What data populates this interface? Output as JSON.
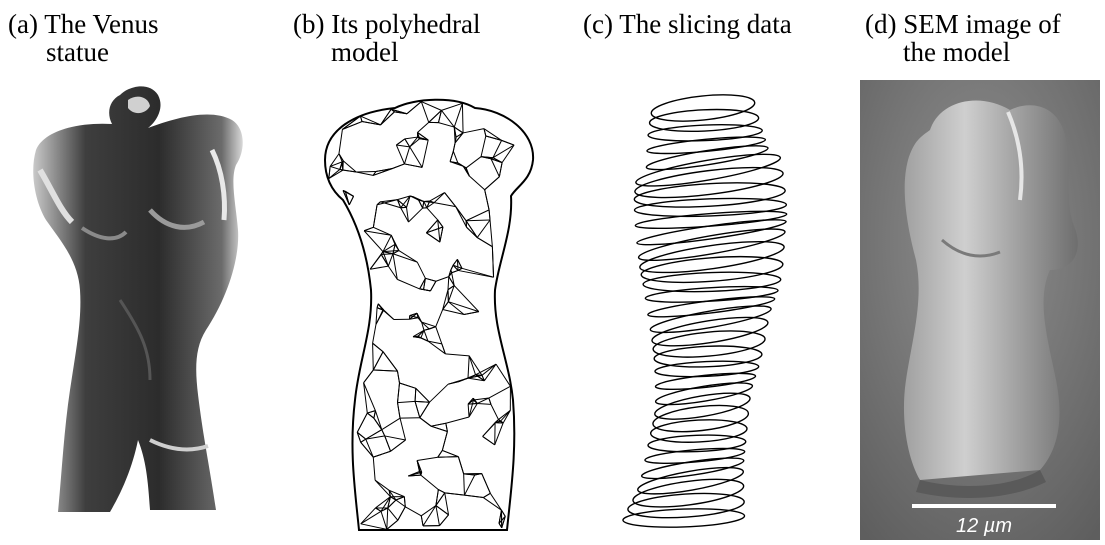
{
  "panels": [
    {
      "label": "(a)",
      "title_line1": "The Venus",
      "title_line2": "statue"
    },
    {
      "label": "(b)",
      "title_line1": "Its polyhedral",
      "title_line2": "model"
    },
    {
      "label": "(c)",
      "title_line1": "The slicing data",
      "title_line2": ""
    },
    {
      "label": "(d)",
      "title_line1": "SEM image of",
      "title_line2": "the model"
    }
  ],
  "scale_bar": {
    "text": "12 µm"
  },
  "colors": {
    "sem_background": "#7d7d7d",
    "statue": "#2a2a2a",
    "wire": "#000000"
  }
}
